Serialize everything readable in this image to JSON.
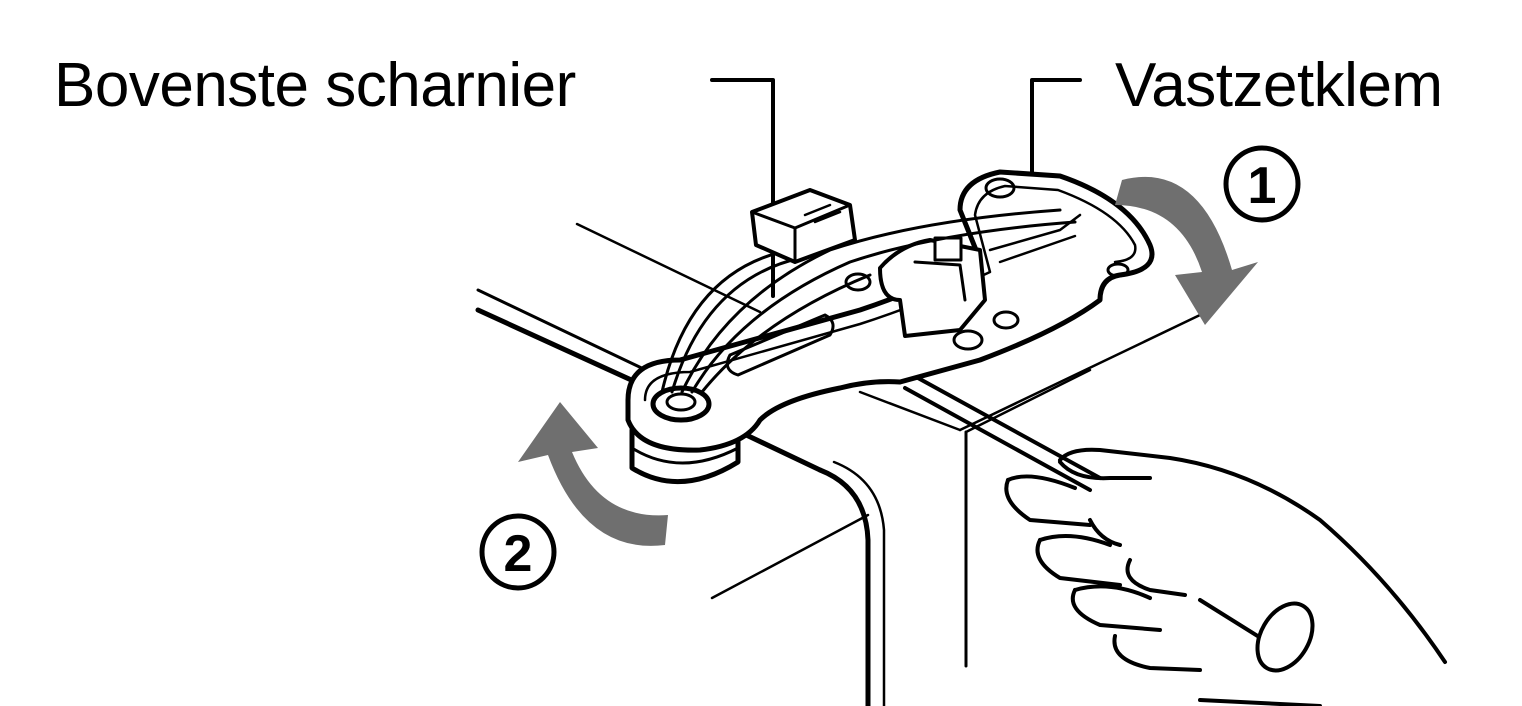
{
  "labels": {
    "top_hinge": "Bovenste scharnier",
    "clamp": "Vastzetklem"
  },
  "steps": {
    "step_1": "1",
    "step_2": "2"
  },
  "colors": {
    "line": "#000000",
    "arrow": "#6f6f6f",
    "background": "#ffffff"
  }
}
